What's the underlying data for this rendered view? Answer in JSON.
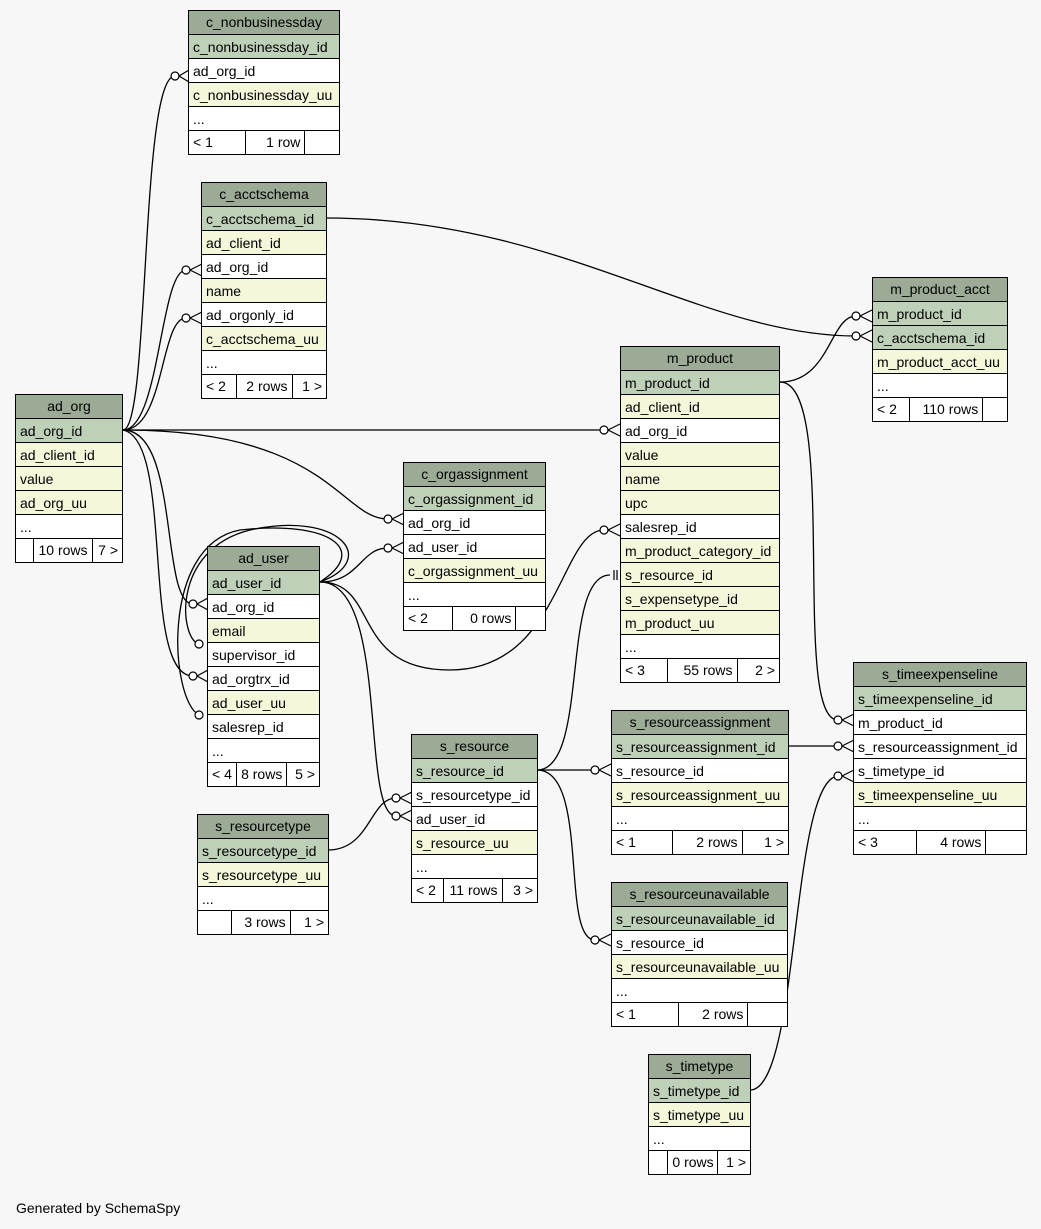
{
  "footer_text": "Generated by SchemaSpy",
  "tables": [
    {
      "id": "c_nonbusinessday",
      "name": "c_nonbusinessday",
      "cols": [
        [
          "c_nonbusinessday_id",
          "pk"
        ],
        [
          "ad_org_id",
          "plain"
        ],
        [
          "c_nonbusinessday_uu",
          "idx"
        ],
        [
          "...",
          "plain"
        ]
      ],
      "foot": [
        "< 1",
        "1 row",
        ""
      ]
    },
    {
      "id": "c_acctschema",
      "name": "c_acctschema",
      "cols": [
        [
          "c_acctschema_id",
          "pk"
        ],
        [
          "ad_client_id",
          "idx"
        ],
        [
          "ad_org_id",
          "plain"
        ],
        [
          "name",
          "idx"
        ],
        [
          "ad_orgonly_id",
          "plain"
        ],
        [
          "c_acctschema_uu",
          "idx"
        ],
        [
          "...",
          "plain"
        ]
      ],
      "foot": [
        "< 2",
        "2 rows",
        "1 >"
      ]
    },
    {
      "id": "ad_org",
      "name": "ad_org",
      "cols": [
        [
          "ad_org_id",
          "pk"
        ],
        [
          "ad_client_id",
          "idx"
        ],
        [
          "value",
          "idx"
        ],
        [
          "ad_org_uu",
          "idx"
        ],
        [
          "...",
          "plain"
        ]
      ],
      "foot": [
        "",
        "10 rows",
        "7 >"
      ]
    },
    {
      "id": "m_product_acct",
      "name": "m_product_acct",
      "cols": [
        [
          "m_product_id",
          "pk"
        ],
        [
          "c_acctschema_id",
          "pk"
        ],
        [
          "m_product_acct_uu",
          "idx"
        ],
        [
          "...",
          "plain"
        ]
      ],
      "foot": [
        "< 2",
        "110 rows",
        ""
      ]
    },
    {
      "id": "m_product",
      "name": "m_product",
      "cols": [
        [
          "m_product_id",
          "pk"
        ],
        [
          "ad_client_id",
          "idx"
        ],
        [
          "ad_org_id",
          "plain"
        ],
        [
          "value",
          "idx"
        ],
        [
          "name",
          "idx"
        ],
        [
          "upc",
          "idx"
        ],
        [
          "salesrep_id",
          "plain"
        ],
        [
          "m_product_category_id",
          "idx"
        ],
        [
          "s_resource_id",
          "idx"
        ],
        [
          "s_expensetype_id",
          "idx"
        ],
        [
          "m_product_uu",
          "idx"
        ],
        [
          "...",
          "plain"
        ]
      ],
      "foot": [
        "< 3",
        "55 rows",
        "2 >"
      ]
    },
    {
      "id": "c_orgassignment",
      "name": "c_orgassignment",
      "cols": [
        [
          "c_orgassignment_id",
          "pk"
        ],
        [
          "ad_org_id",
          "plain"
        ],
        [
          "ad_user_id",
          "plain"
        ],
        [
          "c_orgassignment_uu",
          "idx"
        ],
        [
          "...",
          "plain"
        ]
      ],
      "foot": [
        "< 2",
        "0 rows",
        ""
      ]
    },
    {
      "id": "ad_user",
      "name": "ad_user",
      "cols": [
        [
          "ad_user_id",
          "pk"
        ],
        [
          "ad_org_id",
          "plain"
        ],
        [
          "email",
          "idx"
        ],
        [
          "supervisor_id",
          "plain"
        ],
        [
          "ad_orgtrx_id",
          "plain"
        ],
        [
          "ad_user_uu",
          "idx"
        ],
        [
          "salesrep_id",
          "plain"
        ],
        [
          "...",
          "plain"
        ]
      ],
      "foot": [
        "< 4",
        "8 rows",
        "5 >"
      ]
    },
    {
      "id": "s_timeexpenseline",
      "name": "s_timeexpenseline",
      "cols": [
        [
          "s_timeexpenseline_id",
          "pk"
        ],
        [
          "m_product_id",
          "plain"
        ],
        [
          "s_resourceassignment_id",
          "plain"
        ],
        [
          "s_timetype_id",
          "plain"
        ],
        [
          "s_timeexpenseline_uu",
          "idx"
        ],
        [
          "...",
          "plain"
        ]
      ],
      "foot": [
        "< 3",
        "4 rows",
        ""
      ]
    },
    {
      "id": "s_resourceassignment",
      "name": "s_resourceassignment",
      "cols": [
        [
          "s_resourceassignment_id",
          "pk"
        ],
        [
          "s_resource_id",
          "plain"
        ],
        [
          "s_resourceassignment_uu",
          "idx"
        ],
        [
          "...",
          "plain"
        ]
      ],
      "foot": [
        "< 1",
        "2 rows",
        "1 >"
      ]
    },
    {
      "id": "s_resource",
      "name": "s_resource",
      "cols": [
        [
          "s_resource_id",
          "pk"
        ],
        [
          "s_resourcetype_id",
          "plain"
        ],
        [
          "ad_user_id",
          "plain"
        ],
        [
          "s_resource_uu",
          "idx"
        ],
        [
          "...",
          "plain"
        ]
      ],
      "foot": [
        "< 2",
        "11 rows",
        "3 >"
      ]
    },
    {
      "id": "s_resourcetype",
      "name": "s_resourcetype",
      "cols": [
        [
          "s_resourcetype_id",
          "pk"
        ],
        [
          "s_resourcetype_uu",
          "idx"
        ],
        [
          "...",
          "plain"
        ]
      ],
      "foot": [
        "",
        "3 rows",
        "1 >"
      ]
    },
    {
      "id": "s_resourceunavailable",
      "name": "s_resourceunavailable",
      "cols": [
        [
          "s_resourceunavailable_id",
          "pk"
        ],
        [
          "s_resource_id",
          "plain"
        ],
        [
          "s_resourceunavailable_uu",
          "idx"
        ],
        [
          "...",
          "plain"
        ]
      ],
      "foot": [
        "< 1",
        "2 rows",
        ""
      ]
    },
    {
      "id": "s_timetype",
      "name": "s_timetype",
      "cols": [
        [
          "s_timetype_id",
          "pk"
        ],
        [
          "s_timetype_uu",
          "idx"
        ],
        [
          "...",
          "plain"
        ]
      ],
      "foot": [
        "",
        "0 rows",
        "1 >"
      ]
    }
  ]
}
